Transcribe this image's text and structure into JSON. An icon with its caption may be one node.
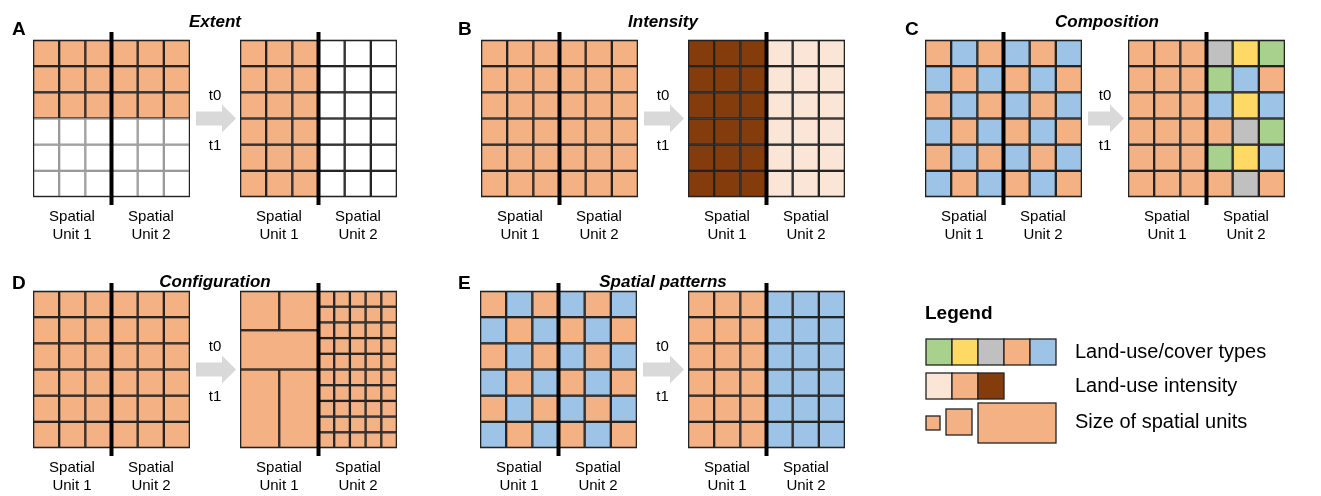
{
  "diagram": {
    "nodes": [
      {
        "text": [],
        "shape": "grid",
        "beside": [
          "Spatial Unit 1",
          "Spatial Unit 2"
        ]
      },
      {
        "text": [],
        "shape": "grid",
        "beside": [
          "Spatial Unit 1",
          "Spatial Unit 2"
        ]
      },
      {
        "text": [],
        "shape": "grid",
        "beside": [
          "Spatial Unit 1",
          "Spatial Unit 2"
        ]
      },
      {
        "text": [],
        "shape": "grid",
        "beside": [
          "Spatial Unit 1",
          "Spatial Unit 2"
        ]
      },
      {
        "text": [],
        "shape": "grid",
        "beside": [
          "Spatial Unit 1",
          "Spatial Unit 2"
        ]
      },
      {
        "text": [],
        "shape": "grid",
        "beside": [
          "Spatial Unit 1",
          "Spatial Unit 2"
        ]
      },
      {
        "text": [],
        "shape": "grid",
        "beside": [
          "Spatial Unit 1",
          "Spatial Unit 2"
        ]
      },
      {
        "text": [],
        "shape": "grid",
        "beside": [
          "Spatial Unit 1",
          "Spatial Unit 2"
        ]
      },
      {
        "text": [],
        "shape": "grid",
        "beside": [
          "Spatial Unit 1",
          "Spatial Unit 2"
        ]
      },
      {
        "text": [],
        "shape": "grid",
        "beside": [
          "Spatial Unit 1",
          "Spatial Unit 2"
        ]
      }
    ],
    "edges": [
      {
        "from": 0,
        "to": 1,
        "arrow": "to"
      },
      {
        "from": 2,
        "to": 3,
        "arrow": "to"
      },
      {
        "from": 4,
        "to": 5,
        "arrow": "to"
      },
      {
        "from": 6,
        "to": 7,
        "arrow": "to"
      },
      {
        "from": 8,
        "to": 9,
        "arrow": "to"
      }
    ],
    "labels": [
      "A",
      "Extent",
      "t0",
      "t1",
      "B",
      "Intensity",
      "t0",
      "t1",
      "C",
      "Composition",
      "t0",
      "t1",
      "D",
      "Configuration",
      "t0",
      "t1",
      "E",
      "Spatial patterns",
      "t0",
      "t1",
      "Legend"
    ],
    "legend": [
      {
        "text": "Land-use/cover types"
      },
      {
        "text": "Land-use intensity"
      },
      {
        "text": "Size of spatial units"
      }
    ]
  }
}
